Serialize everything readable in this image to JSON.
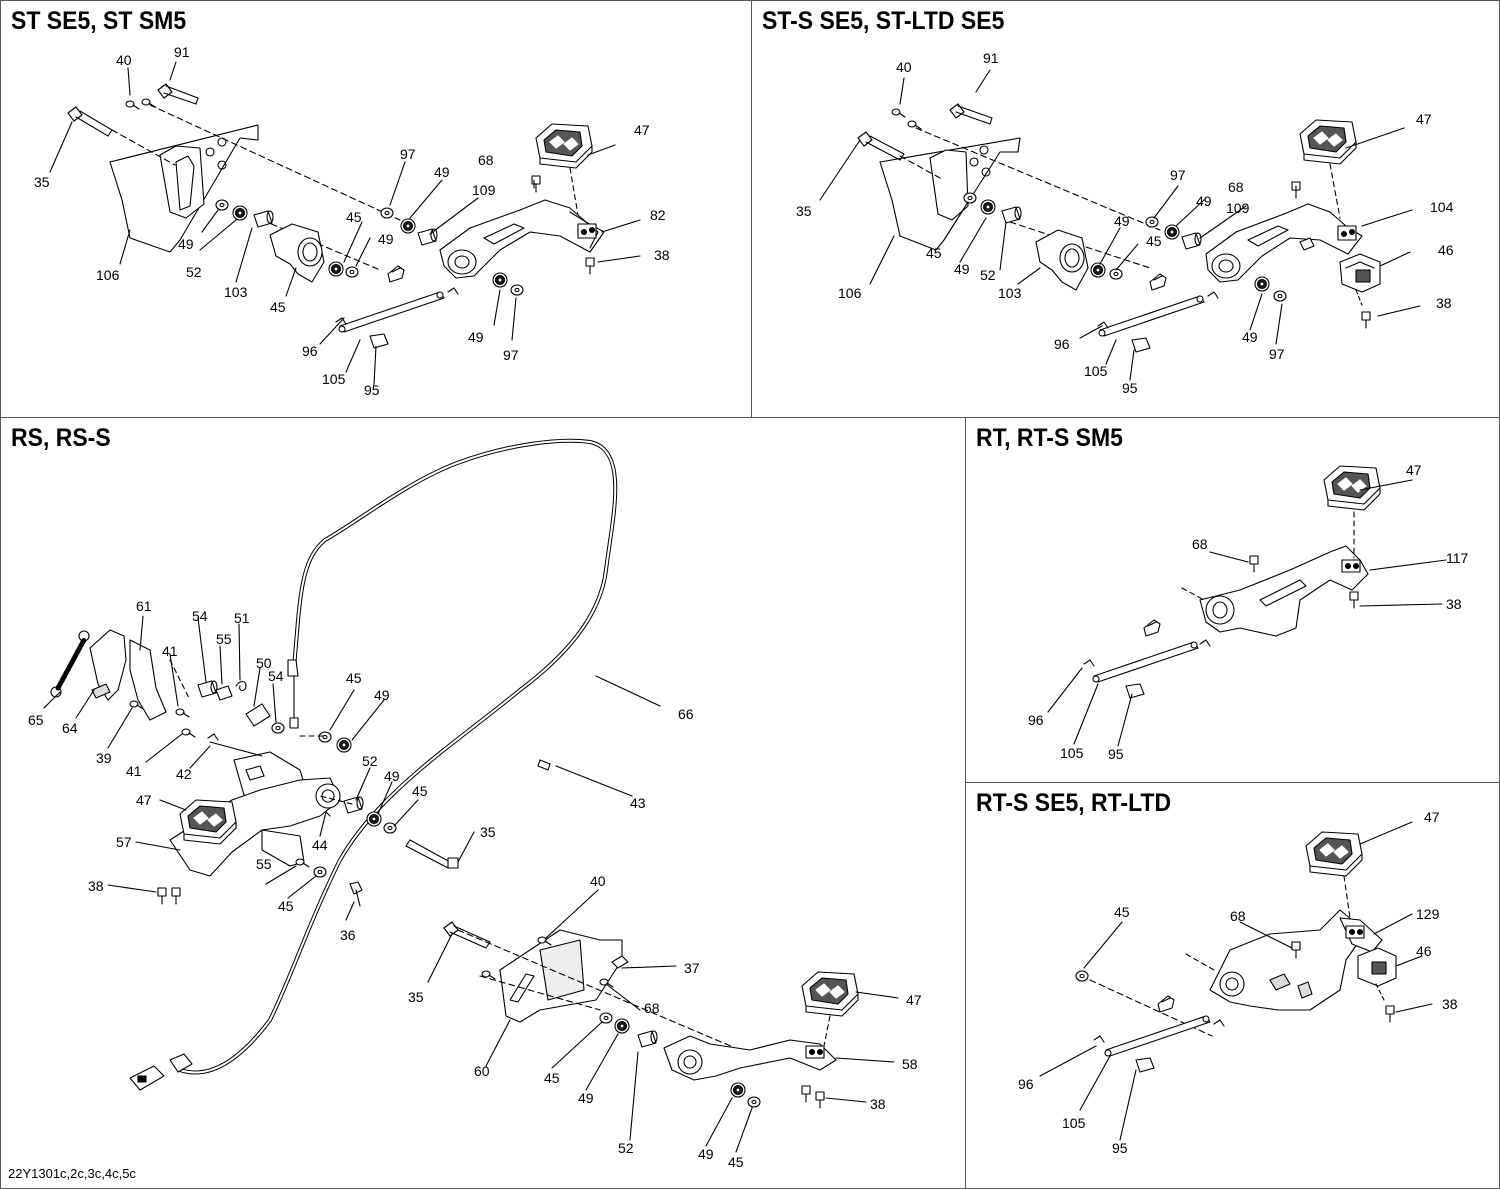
{
  "footer": {
    "figure_code": "22Y1301c,2c,3c,4c,5c"
  },
  "panels": [
    {
      "id": "st",
      "title": "ST SE5, ST SM5",
      "callouts": [
        "40",
        "91",
        "35",
        "97",
        "68",
        "49",
        "47",
        "109",
        "82",
        "45",
        "49",
        "49",
        "52",
        "103",
        "45",
        "106",
        "38",
        "49",
        "97",
        "96",
        "105",
        "95"
      ]
    },
    {
      "id": "sts",
      "title": "ST-S SE5, ST-LTD SE5",
      "callouts": [
        "40",
        "91",
        "47",
        "35",
        "97",
        "68",
        "49",
        "109",
        "104",
        "49",
        "45",
        "45",
        "49",
        "52",
        "103",
        "46",
        "106",
        "38",
        "49",
        "97",
        "96",
        "105",
        "95"
      ]
    },
    {
      "id": "rs",
      "title": "RS, RS-S",
      "callouts": [
        "61",
        "54",
        "51",
        "41",
        "55",
        "50",
        "54",
        "45",
        "49",
        "65",
        "64",
        "39",
        "41",
        "42",
        "52",
        "49",
        "45",
        "47",
        "44",
        "57",
        "35",
        "38",
        "55",
        "45",
        "36",
        "66",
        "43",
        "40",
        "37",
        "35",
        "68",
        "47",
        "60",
        "45",
        "49",
        "52",
        "58",
        "38",
        "49",
        "45"
      ]
    },
    {
      "id": "rt",
      "title": "RT, RT-S SM5",
      "callouts": [
        "47",
        "68",
        "117",
        "38",
        "96",
        "105",
        "95"
      ]
    },
    {
      "id": "rts",
      "title": "RT-S SE5, RT-LTD",
      "callouts": [
        "47",
        "45",
        "68",
        "129",
        "46",
        "38",
        "96",
        "105",
        "95"
      ]
    }
  ]
}
